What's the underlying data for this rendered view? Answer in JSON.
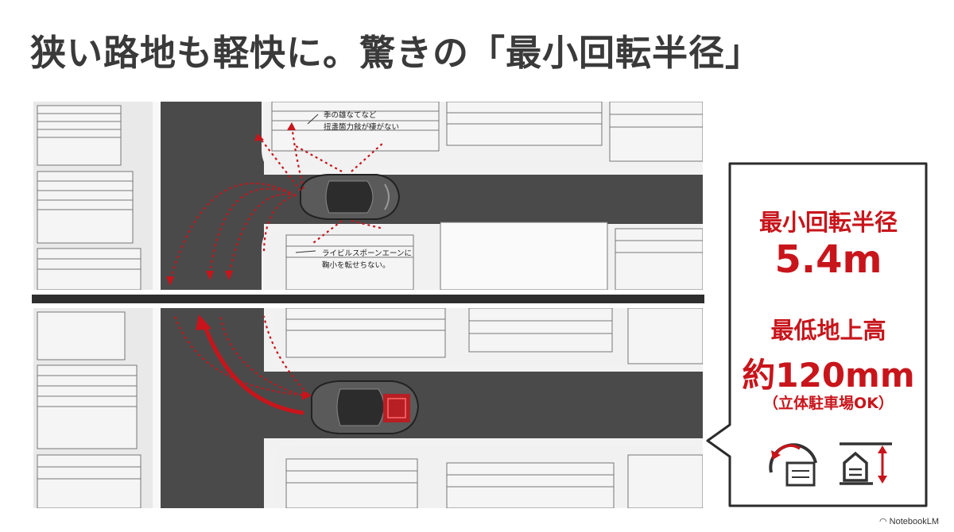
{
  "title": "狭い路地も軽快に。驚きの「最小回転半径」",
  "top_scene": {
    "note_upper": [
      "季の雄なてなど",
      "扭盞箇力敍が棲がない"
    ],
    "note_lower": [
      "ライビルスポーンエーンに",
      "鞠小を転せちない。"
    ]
  },
  "info": {
    "turn_label": "最小回転半径",
    "turn_value": "5.4m",
    "clearance_label": "最低地上高",
    "clearance_value": "約120mm",
    "clearance_note": "（立体駐車場OK）"
  },
  "icons": [
    "turning-garage-icon",
    "height-clearance-icon"
  ],
  "colors": {
    "accent": "#c8151b",
    "text": "#3a3a3a",
    "road": "#4a4a4a"
  },
  "footer": "NotebookLM"
}
